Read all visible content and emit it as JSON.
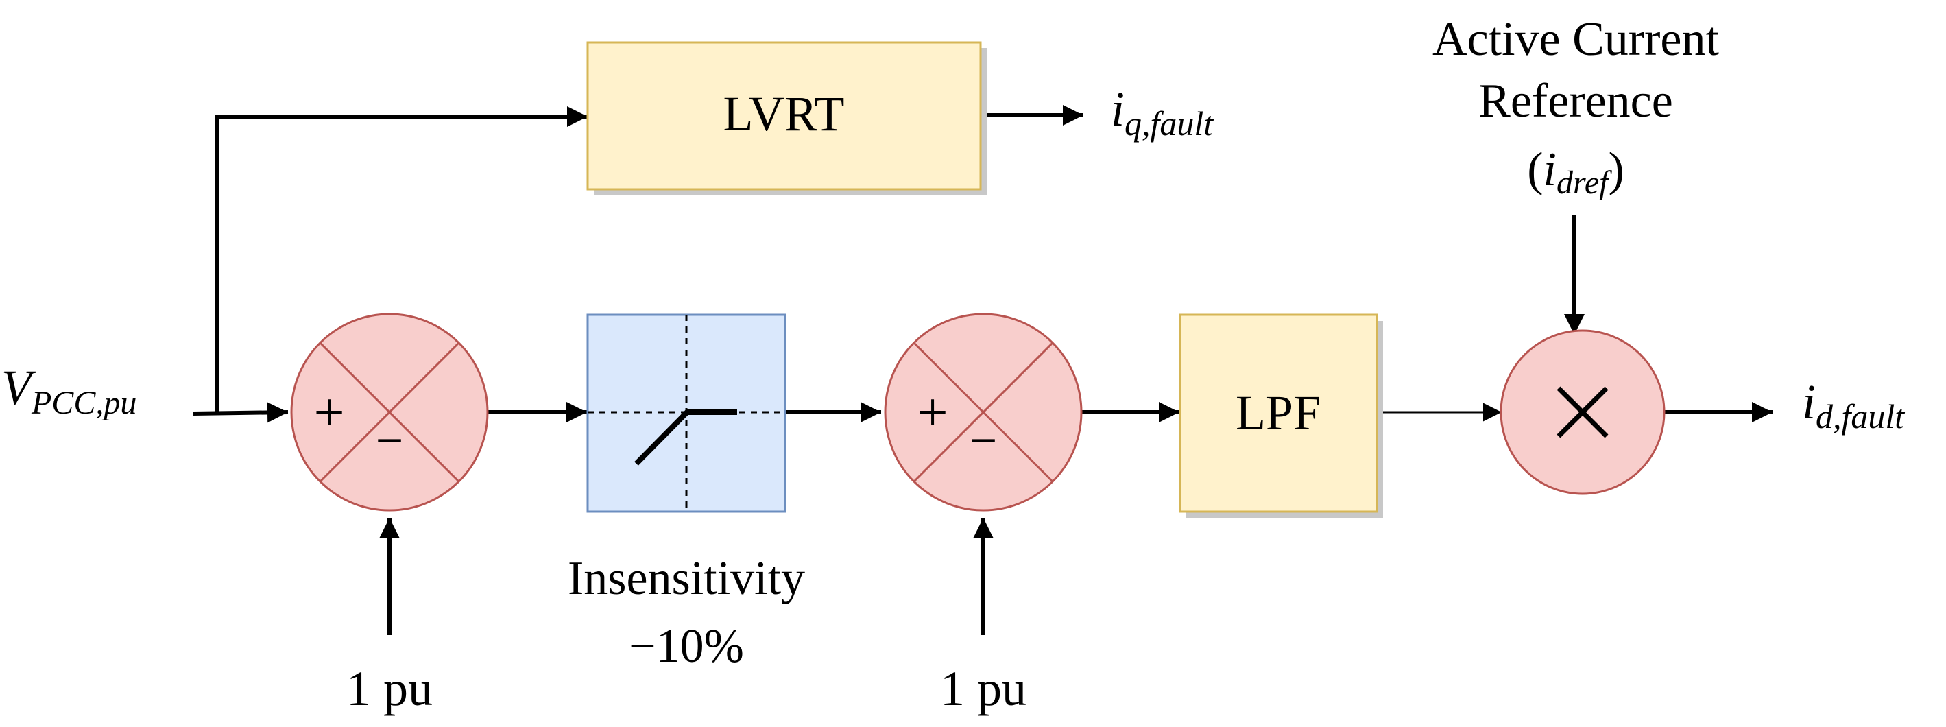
{
  "colors": {
    "block_yellow_fill": "#fff2cc",
    "block_yellow_stroke": "#d6b656",
    "block_blue_fill": "#dae8fc",
    "block_blue_stroke": "#6c8ebf",
    "junction_fill": "#f8cecc",
    "junction_stroke": "#b85450",
    "shadow": "#c8c8c8"
  },
  "blocks": {
    "lvrt": "LVRT",
    "lpf": "LPF",
    "insensitivity": {
      "line1": "Insensitivity",
      "line2": "−10%"
    }
  },
  "signals": {
    "input": {
      "base": "V",
      "sub": "PCC,pu"
    },
    "iq_fault": {
      "base": "i",
      "sub": "q,fault"
    },
    "id_fault": {
      "base": "i",
      "sub": "d,fault"
    },
    "active_ref": {
      "line1": "Active Current",
      "line2": "Reference",
      "sym_open": "(",
      "base": "i",
      "sub": "dref",
      "sym_close": ")"
    },
    "one_pu_1": "1 pu",
    "one_pu_2": "1 pu"
  },
  "junctions": {
    "sum1": {
      "plus": "+",
      "minus": "−"
    },
    "sum2": {
      "plus": "+",
      "minus": "−"
    },
    "mult": {
      "icon": "multiply-icon"
    }
  }
}
